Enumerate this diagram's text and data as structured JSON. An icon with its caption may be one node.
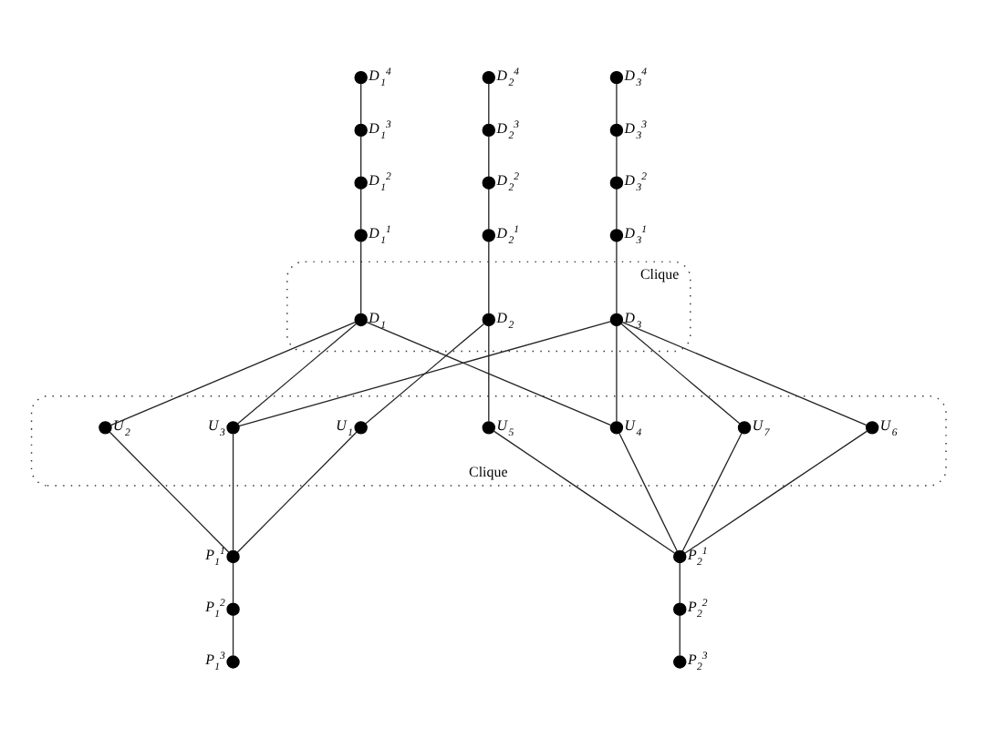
{
  "diagram": {
    "nodes": [
      {
        "text": [],
        "shape": "circle",
        "beside": [
          "D$_{1}$$^{4}$"
        ]
      },
      {
        "text": [],
        "shape": "circle",
        "beside": [
          "D$_{2}$$^{4}$"
        ]
      },
      {
        "text": [],
        "shape": "circle",
        "beside": [
          "D$_{3}$$^{4}$"
        ]
      },
      {
        "text": [],
        "shape": "circle",
        "beside": [
          "D$_{1}$$^{3}$"
        ]
      },
      {
        "text": [],
        "shape": "circle",
        "beside": [
          "D$_{2}$$^{3}$"
        ]
      },
      {
        "text": [],
        "shape": "circle",
        "beside": [
          "D$_{3}$$^{3}$"
        ]
      },
      {
        "text": [],
        "shape": "circle",
        "beside": [
          "D$_{1}$$^{2}$"
        ]
      },
      {
        "text": [],
        "shape": "circle",
        "beside": [
          "D$_{2}$$^{2}$"
        ]
      },
      {
        "text": [],
        "shape": "circle",
        "beside": [
          "D$_{3}$$^{2}$"
        ]
      },
      {
        "text": [],
        "shape": "circle",
        "beside": [
          "D$_{1}$$^{1}$"
        ]
      },
      {
        "text": [],
        "shape": "circle",
        "beside": [
          "D$_{2}$$^{1}$"
        ]
      },
      {
        "text": [],
        "shape": "circle",
        "beside": [
          "D$_{3}$$^{1}$"
        ]
      },
      {
        "text": [
          "Clique"
        ]
      },
      {
        "text": [],
        "shape": "circle",
        "beside": [
          "D$_{1}$"
        ],
        "in": 12
      },
      {
        "text": [],
        "shape": "circle",
        "beside": [
          "D$_{2}$"
        ],
        "in": 12
      },
      {
        "text": [],
        "shape": "circle",
        "beside": [
          "D$_{3}$"
        ],
        "in": 12
      },
      {
        "text": [
          "Clique"
        ]
      },
      {
        "text": [],
        "shape": "circle",
        "beside": [
          "U$_{1}$"
        ],
        "in": 16
      },
      {
        "text": [],
        "shape": "circle",
        "beside": [
          "U$_{2}$"
        ],
        "in": 16
      },
      {
        "text": [],
        "shape": "circle",
        "beside": [
          "U$_{3}$"
        ],
        "in": 16
      },
      {
        "text": [],
        "shape": "circle",
        "beside": [
          "U$_{4}$"
        ],
        "in": 16
      },
      {
        "text": [],
        "shape": "circle",
        "beside": [
          "U$_{5}$"
        ],
        "in": 16
      },
      {
        "text": [],
        "shape": "circle",
        "beside": [
          "U$_{6}$"
        ],
        "in": 16
      },
      {
        "text": [],
        "shape": "circle",
        "beside": [
          "U$_{7}$"
        ],
        "in": 16
      },
      {
        "text": [],
        "shape": "circle",
        "beside": [
          "P$_{1}$$^{1}$"
        ]
      },
      {
        "text": [],
        "shape": "circle",
        "beside": [
          "P$_{2}$$^{1}$"
        ]
      },
      {
        "text": [],
        "shape": "circle",
        "beside": [
          "P$_{1}$$^{2}$"
        ]
      },
      {
        "text": [],
        "shape": "circle",
        "beside": [
          "P$_{2}$$^{2}$"
        ]
      },
      {
        "text": [],
        "shape": "circle",
        "beside": [
          "P$_{1}$$^{3}$"
        ]
      },
      {
        "text": [],
        "shape": "circle",
        "beside": [
          "P$_{2}$$^{3}$"
        ]
      }
    ],
    "edges": [
      {
        "from": 0,
        "to": 3,
        "arrow": "none"
      },
      {
        "from": 3,
        "to": 6,
        "arrow": "none"
      },
      {
        "from": 6,
        "to": 9,
        "arrow": "none"
      },
      {
        "from": 9,
        "to": 13,
        "arrow": "none"
      },
      {
        "from": 1,
        "to": 4,
        "arrow": "none"
      },
      {
        "from": 4,
        "to": 7,
        "arrow": "none"
      },
      {
        "from": 7,
        "to": 10,
        "arrow": "none"
      },
      {
        "from": 10,
        "to": 14,
        "arrow": "none"
      },
      {
        "from": 2,
        "to": 5,
        "arrow": "none"
      },
      {
        "from": 5,
        "to": 8,
        "arrow": "none"
      },
      {
        "from": 8,
        "to": 11,
        "arrow": "none"
      },
      {
        "from": 11,
        "to": 15,
        "arrow": "none"
      },
      {
        "from": 13,
        "to": 18,
        "arrow": "none"
      },
      {
        "from": 13,
        "to": 19,
        "arrow": "none"
      },
      {
        "from": 13,
        "to": 20,
        "arrow": "none"
      },
      {
        "from": 14,
        "to": 17,
        "arrow": "none"
      },
      {
        "from": 14,
        "to": 21,
        "arrow": "none"
      },
      {
        "from": 15,
        "to": 19,
        "arrow": "none"
      },
      {
        "from": 15,
        "to": 20,
        "arrow": "none"
      },
      {
        "from": 15,
        "to": 22,
        "arrow": "none"
      },
      {
        "from": 15,
        "to": 23,
        "arrow": "none"
      },
      {
        "from": 17,
        "to": 24,
        "arrow": "none"
      },
      {
        "from": 18,
        "to": 24,
        "arrow": "none"
      },
      {
        "from": 19,
        "to": 24,
        "arrow": "none"
      },
      {
        "from": 20,
        "to": 25,
        "arrow": "none"
      },
      {
        "from": 21,
        "to": 25,
        "arrow": "none"
      },
      {
        "from": 22,
        "to": 25,
        "arrow": "none"
      },
      {
        "from": 23,
        "to": 25,
        "arrow": "none"
      },
      {
        "from": 24,
        "to": 26,
        "arrow": "none"
      },
      {
        "from": 26,
        "to": 28,
        "arrow": "none"
      },
      {
        "from": 25,
        "to": 27,
        "arrow": "none"
      },
      {
        "from": 27,
        "to": 29,
        "arrow": "none"
      }
    ]
  }
}
